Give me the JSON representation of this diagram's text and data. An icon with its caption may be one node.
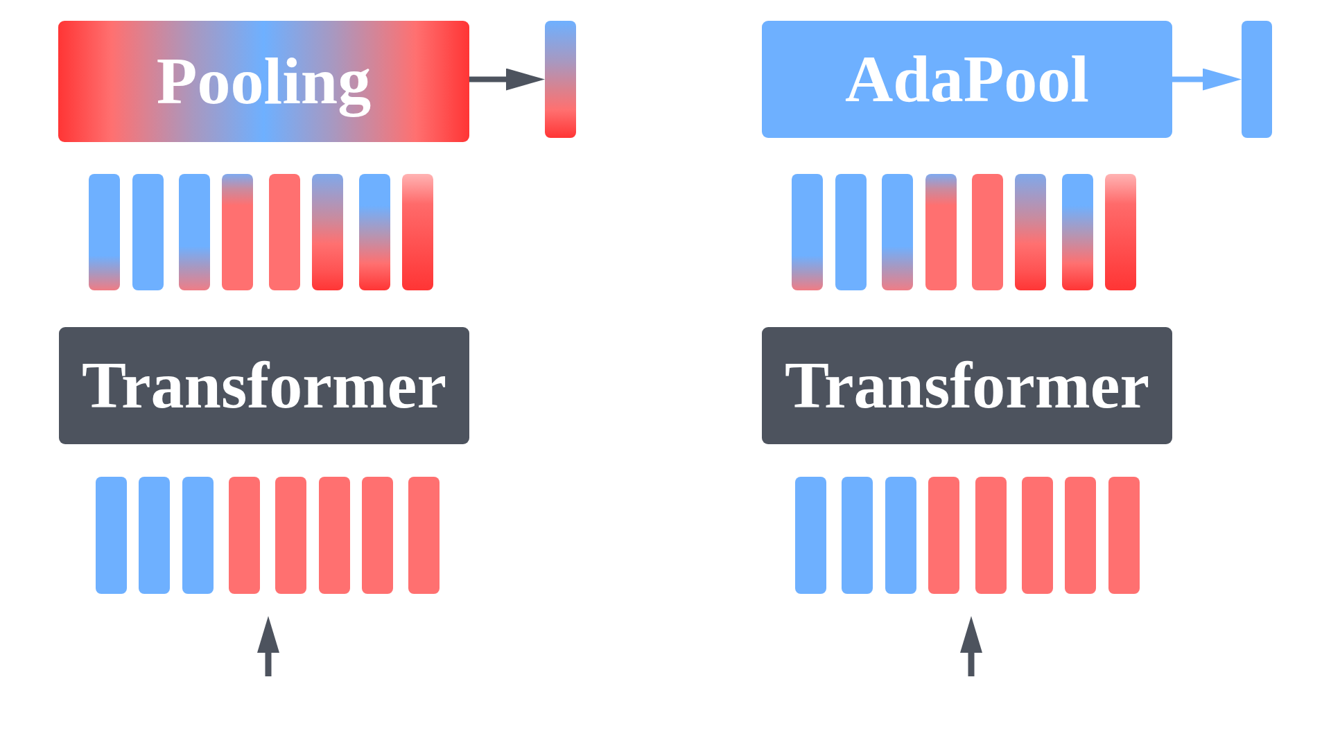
{
  "diagram": {
    "nodes": [
      {
        "text": [
          "Pooling"
        ]
      },
      {
        "text": [],
        "shape": "bar"
      },
      {
        "text": [],
        "shape": "bar"
      },
      {
        "text": [],
        "shape": "bar"
      },
      {
        "text": [],
        "shape": "bar"
      },
      {
        "text": [],
        "shape": "bar"
      },
      {
        "text": [],
        "shape": "bar"
      },
      {
        "text": [],
        "shape": "bar"
      },
      {
        "text": [],
        "shape": "bar"
      },
      {
        "text": [],
        "shape": "bar"
      },
      {
        "text": [
          "Transformer"
        ]
      },
      {
        "text": [],
        "shape": "bar"
      },
      {
        "text": [],
        "shape": "bar"
      },
      {
        "text": [],
        "shape": "bar"
      },
      {
        "text": [],
        "shape": "bar"
      },
      {
        "text": [],
        "shape": "bar"
      },
      {
        "text": [],
        "shape": "bar"
      },
      {
        "text": [],
        "shape": "bar"
      },
      {
        "text": [],
        "shape": "bar"
      },
      {
        "text": [
          "AdaPool"
        ]
      },
      {
        "text": [],
        "shape": "bar"
      },
      {
        "text": [],
        "shape": "bar"
      },
      {
        "text": [],
        "shape": "bar"
      },
      {
        "text": [],
        "shape": "bar"
      },
      {
        "text": [],
        "shape": "bar"
      },
      {
        "text": [],
        "shape": "bar"
      },
      {
        "text": [],
        "shape": "bar"
      },
      {
        "text": [],
        "shape": "bar"
      },
      {
        "text": [],
        "shape": "bar"
      },
      {
        "text": [
          "Transformer"
        ]
      },
      {
        "text": [],
        "shape": "bar"
      },
      {
        "text": [],
        "shape": "bar"
      },
      {
        "text": [],
        "shape": "bar"
      },
      {
        "text": [],
        "shape": "bar"
      },
      {
        "text": [],
        "shape": "bar"
      },
      {
        "text": [],
        "shape": "bar"
      },
      {
        "text": [],
        "shape": "bar"
      },
      {
        "text": [],
        "shape": "bar"
      }
    ],
    "edges": [
      {
        "from": 0,
        "to": 1,
        "arrow": "to",
        "color": "#4d535e"
      },
      {
        "from": 19,
        "to": 20,
        "arrow": "to",
        "color": "#6eb0ff"
      }
    ]
  }
}
